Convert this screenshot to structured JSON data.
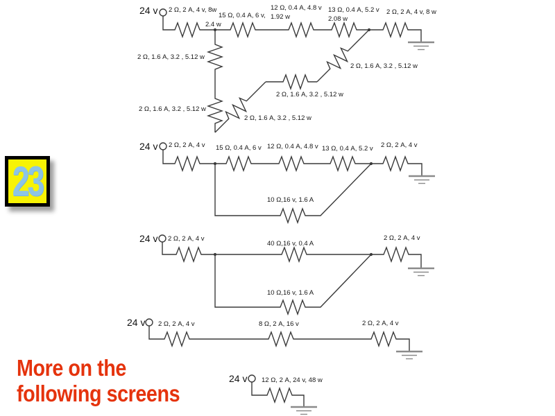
{
  "slide": {
    "badge": "23",
    "footer_line1": "More on the",
    "footer_line2": "following screens",
    "colors": {
      "footer_red": "#e5330d",
      "badge_yellow": "#f7f304",
      "badge_digits_blue": "#8cc4e6",
      "wire_gray": "#3a3a3a"
    }
  },
  "c1": {
    "source": "24 v",
    "r1": "2 Ω, 2 A, 4 v, 8w",
    "r2a": "15 Ω, 0.4 A, 6 v,",
    "r2b": "2.4 w",
    "r3a": "12 Ω, 0.4 A, 4.8 v",
    "r3b": "1.92 w",
    "r4a": "13 Ω, 0.4 A, 5.2 v",
    "r4b": "2.08 w",
    "r5": "2 Ω, 2 A, 4 v, 8 w",
    "p1": "2 Ω, 1.6 A, 3.2 , 5.12 w",
    "p2": "2 Ω, 1.6 A, 3.2 , 5.12 w",
    "p3": "2 Ω, 1.6 A, 3.2 , 5.12 w",
    "p4": "2 Ω, 1.6 A, 3.2 , 5.12 w",
    "p5": "2 Ω, 1.6 A, 3.2 , 5.12 w"
  },
  "c2": {
    "source": "24 v",
    "r1": "2 Ω, 2 A, 4 v",
    "r2": "15 Ω, 0.4 A, 6 v",
    "r3": "12 Ω, 0.4 A, 4.8 v",
    "r4": "13 Ω, 0.4 A, 5.2 v",
    "r5": "2 Ω, 2 A, 4 v",
    "p": "10 Ω,16 v, 1.6 A"
  },
  "c3": {
    "source": "24 v",
    "r1": "2 Ω, 2 A, 4 v",
    "r2": "40 Ω,16 v, 0.4 A",
    "r5": "2 Ω, 2 A, 4 v",
    "p": "10 Ω,16 v, 1.6 A"
  },
  "c4": {
    "source": "24 v",
    "r1": "2 Ω, 2 A, 4 v",
    "r2": "8 Ω, 2 A, 16 v",
    "r3": "2 Ω, 2 A, 4 v"
  },
  "c5": {
    "source": "24 v",
    "r1": "12 Ω, 2 A, 24 v, 48 w"
  }
}
